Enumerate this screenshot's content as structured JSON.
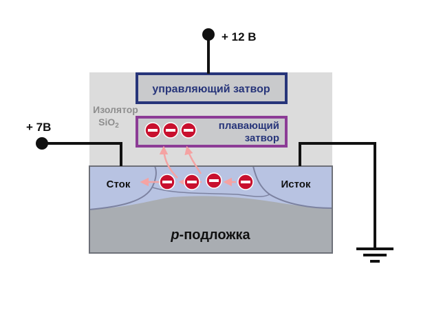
{
  "voltages": {
    "gate": "+ 12 В",
    "drain": "+ 7В"
  },
  "insulator": {
    "line1": "Изолятор",
    "line2_base": "SiO",
    "line2_sub": "2"
  },
  "control_gate": {
    "label": "управляющий затвор"
  },
  "floating_gate": {
    "line1": "плавающий",
    "line2": "затвор"
  },
  "drain": {
    "label": "Сток"
  },
  "source": {
    "label": "Исток"
  },
  "substrate": {
    "prefix": "p",
    "label": "-подложка"
  },
  "electron_symbol": "−",
  "colors": {
    "insulator_fill": "#dcdcdc",
    "control_gate_border": "#27357a",
    "control_gate_text": "#27357a",
    "floating_gate_border": "#8c3c96",
    "floating_gate_text": "#27357a",
    "electron": "#c8102e",
    "arrow": "#f4a3a3",
    "region_fill": "#b8c3e2",
    "substrate_fill": "#a9adb2",
    "wire": "#111111"
  }
}
